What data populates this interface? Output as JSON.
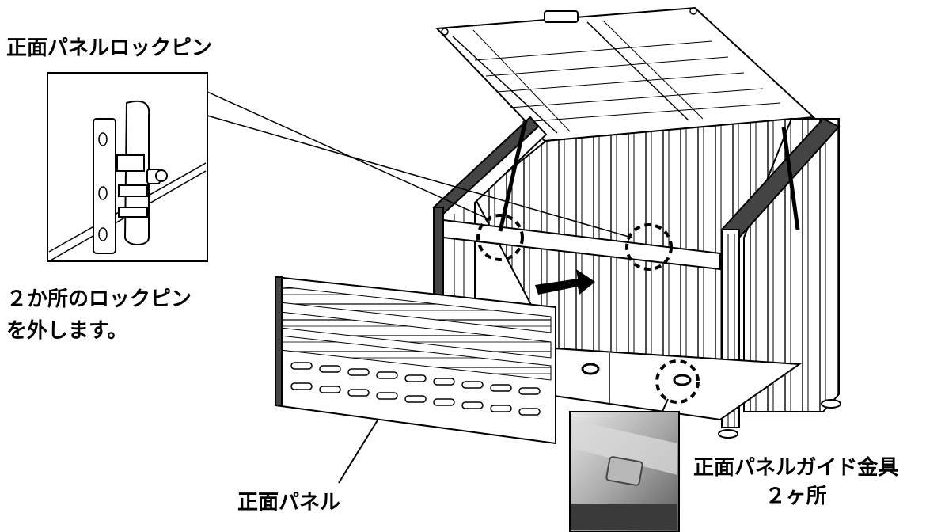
{
  "labels": {
    "lock_pin": "正面パネルロックピン",
    "remove_line1": "２か所のロックピン",
    "remove_line2": "を外します。",
    "front_panel": "正面パネル",
    "guide_line1": "正面パネルガイド金具",
    "guide_line2": "２ヶ所"
  },
  "colors": {
    "line": "#000000",
    "fill_light": "#ffffff",
    "fill_gray": "#cfcfcf",
    "fill_dark": "#555555"
  }
}
